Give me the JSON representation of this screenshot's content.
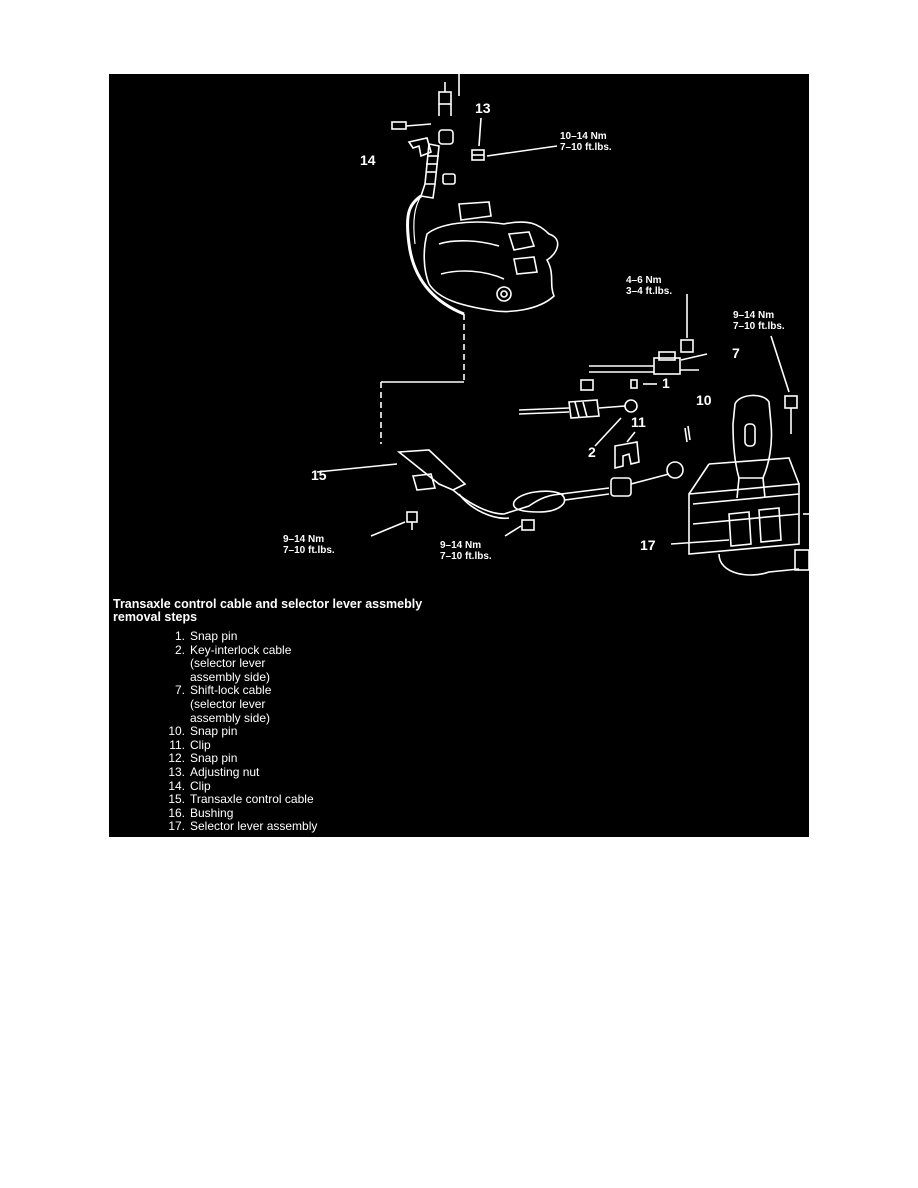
{
  "callouts": {
    "n13": "13",
    "n14": "14",
    "n7": "7",
    "n1": "1",
    "n10": "10",
    "n11": "11",
    "n2": "2",
    "n15": "15",
    "n17": "17"
  },
  "torques": {
    "t_top": [
      "10–14 Nm",
      "7–10 ft.lbs."
    ],
    "t_mid": [
      "4–6 Nm",
      "3–4 ft.lbs."
    ],
    "t_right": [
      "9–14 Nm",
      "7–10 ft.lbs."
    ],
    "t_left_bottom": [
      "9–14 Nm",
      "7–10 ft.lbs."
    ],
    "t_center_bottom": [
      "9–14 Nm",
      "7–10 ft.lbs."
    ]
  },
  "steps": {
    "title": "Transaxle control cable and selector lever assmebly removal steps",
    "items": [
      {
        "num": "1.",
        "text": "Snap pin"
      },
      {
        "num": "2.",
        "text": "Key-interlock cable\n(selector lever\nassembly side)"
      },
      {
        "num": "7.",
        "text": "Shift-lock cable\n(selector lever\nassembly side)"
      },
      {
        "num": "10.",
        "text": "Snap pin"
      },
      {
        "num": "11.",
        "text": "Clip"
      },
      {
        "num": "12.",
        "text": "Snap pin"
      },
      {
        "num": "13.",
        "text": "Adjusting nut"
      },
      {
        "num": "14.",
        "text": "Clip"
      },
      {
        "num": "15.",
        "text": "Transaxle control cable"
      },
      {
        "num": "16.",
        "text": "Bushing"
      },
      {
        "num": "17.",
        "text": "Selector lever assembly"
      }
    ]
  },
  "colors": {
    "background": "#000000",
    "ink": "#ffffff",
    "page": "#ffffff"
  }
}
